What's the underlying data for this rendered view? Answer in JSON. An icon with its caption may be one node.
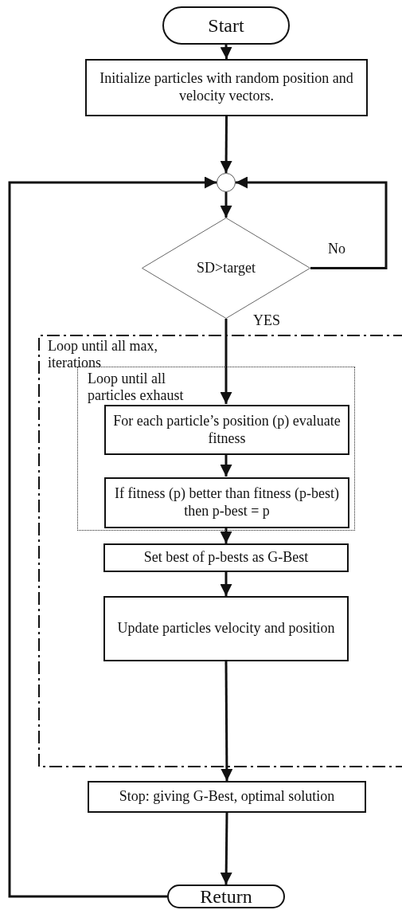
{
  "diagram": {
    "nodes": [
      {
        "text": [
          "Start"
        ]
      },
      {
        "text": [
          "Initialize particles with random position and velocity vectors."
        ]
      },
      {
        "text": [],
        "shape": "circle"
      },
      {
        "text": [
          "SD>target"
        ]
      },
      {
        "text": [
          "Loop until all max, iterations"
        ]
      },
      {
        "text": [
          "Loop until all particles exhaust"
        ],
        "in": 4
      },
      {
        "text": [
          "For each particle’s position (p) evaluate fitness"
        ],
        "in": 5
      },
      {
        "text": [
          "If fitness (p) better than fitness (p-best) then p-best = p"
        ],
        "in": 5
      },
      {
        "text": [
          "Set best of p-bests as G-Best"
        ],
        "in": 4
      },
      {
        "text": [
          "Update particles velocity and position"
        ],
        "in": 4
      },
      {
        "text": [
          "Stop: giving G-Best, optimal solution"
        ]
      },
      {
        "text": [
          "Return"
        ]
      }
    ],
    "edges": [
      {
        "from": 0,
        "to": 1,
        "arrow": "to"
      },
      {
        "from": 1,
        "to": 2,
        "arrow": "to"
      },
      {
        "from": 2,
        "to": 3,
        "arrow": "to"
      },
      {
        "from": 3,
        "to": 2,
        "arrow": "to",
        "label": "No"
      },
      {
        "from": 3,
        "to": 6,
        "arrow": "to",
        "label": "YES"
      },
      {
        "from": 6,
        "to": 7,
        "arrow": "to"
      },
      {
        "from": 7,
        "to": 8,
        "arrow": "to"
      },
      {
        "from": 8,
        "to": 9,
        "arrow": "to"
      },
      {
        "from": 9,
        "to": 10,
        "arrow": "to"
      },
      {
        "from": 10,
        "to": 11,
        "arrow": "to"
      },
      {
        "from": 11,
        "to": 2,
        "arrow": "to"
      }
    ]
  }
}
